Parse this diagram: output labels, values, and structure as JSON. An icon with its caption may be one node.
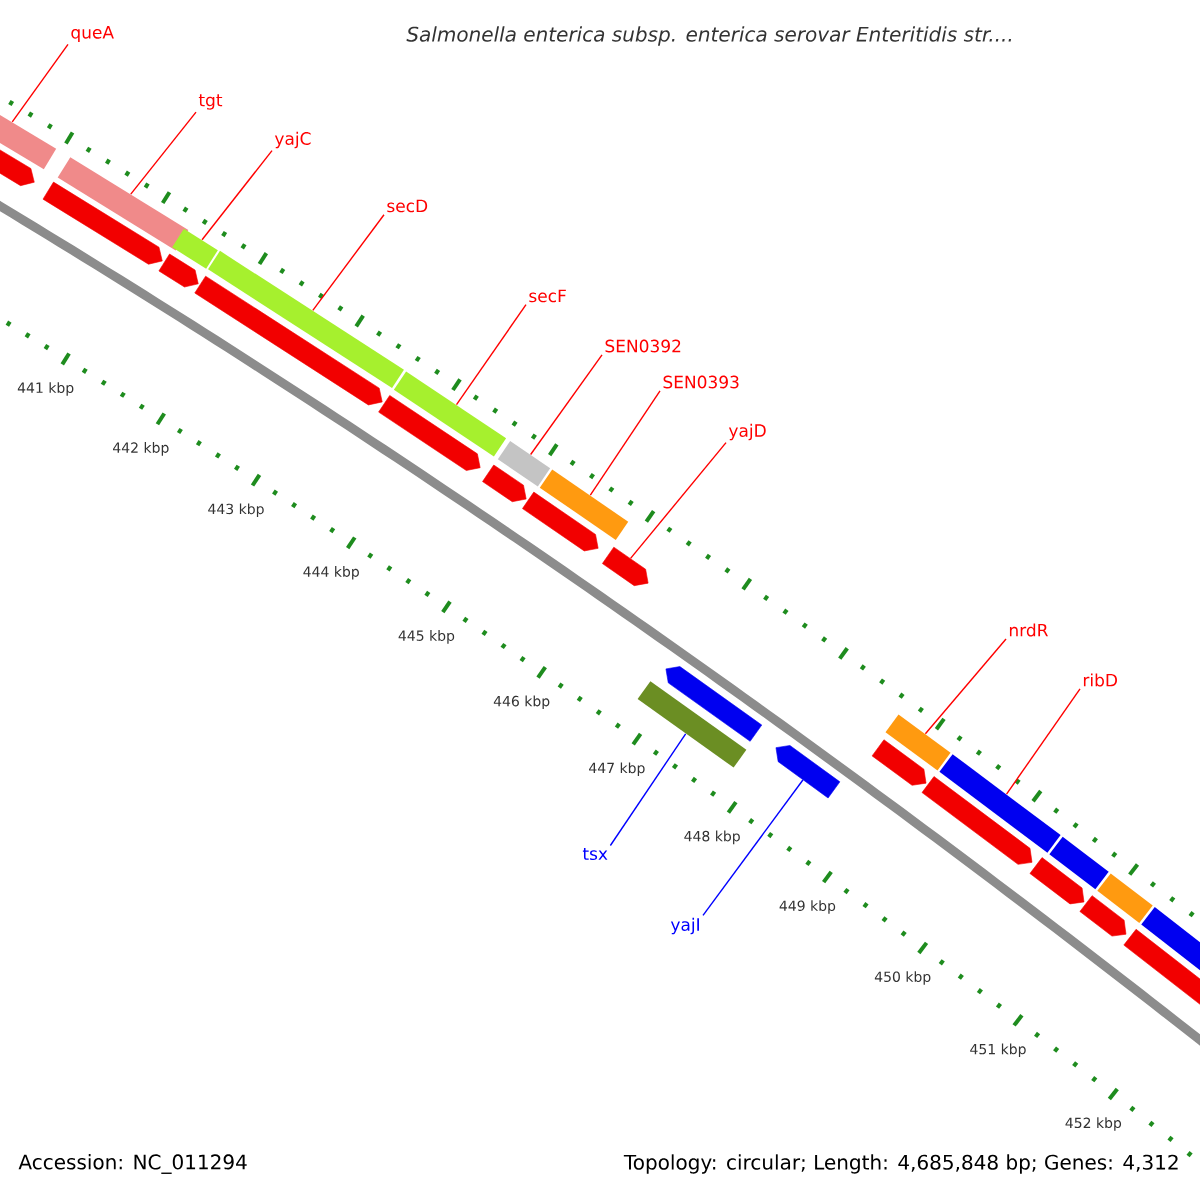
{
  "diagram": {
    "title": "Salmonella enterica subsp. enterica serovar Enteritidis str....",
    "nodes": [
      {
        "text": [
          "queA"
        ]
      },
      {
        "text": [
          "tgt"
        ]
      },
      {
        "text": [
          "yajC"
        ]
      },
      {
        "text": [
          "secD"
        ]
      },
      {
        "text": [
          "secF"
        ]
      },
      {
        "text": [
          "SEN0392"
        ]
      },
      {
        "text": [
          "SEN0393"
        ]
      },
      {
        "text": [
          "yajD"
        ]
      },
      {
        "text": [
          "nrdR"
        ]
      },
      {
        "text": [
          "ribD"
        ]
      },
      {
        "text": [
          "tsx"
        ]
      },
      {
        "text": [
          "yajI"
        ]
      },
      {
        "text": [],
        "shape": "bar"
      },
      {
        "text": [],
        "shape": "bar"
      },
      {
        "text": [],
        "shape": "bar"
      },
      {
        "text": [],
        "shape": "bar"
      },
      {
        "text": [],
        "shape": "bar"
      },
      {
        "text": [],
        "shape": "bar"
      },
      {
        "text": [],
        "shape": "bar"
      },
      {
        "text": [],
        "shape": "pentagon"
      },
      {
        "text": [],
        "shape": "bar"
      },
      {
        "text": [],
        "shape": "bar"
      },
      {
        "text": [],
        "shape": "bar"
      },
      {
        "text": [],
        "shape": "pentagon"
      },
      {
        "text": [],
        "shape": "pentagon"
      },
      {
        "text": [],
        "shape": "pentagon"
      },
      {
        "text": [],
        "shape": "pentagon"
      },
      {
        "text": [],
        "shape": "pentagon"
      },
      {
        "text": [],
        "shape": "pentagon"
      },
      {
        "text": [],
        "shape": "pentagon"
      },
      {
        "text": [],
        "shape": "pentagon"
      },
      {
        "text": [],
        "shape": "pentagon"
      },
      {
        "text": [],
        "shape": "pentagon"
      },
      {
        "text": [],
        "shape": "pentagon"
      },
      {
        "text": [],
        "shape": "pentagon"
      },
      {
        "text": [],
        "shape": "pentagon"
      },
      {
        "text": [],
        "shape": "bar"
      },
      {
        "text": [],
        "shape": "bar"
      },
      {
        "text": [],
        "shape": "bar"
      },
      {
        "text": [],
        "shape": "pentagon"
      }
    ],
    "edges": [
      {
        "from": 0,
        "to": 12,
        "arrow": "none"
      },
      {
        "from": 1,
        "to": 13,
        "arrow": "none"
      },
      {
        "from": 2,
        "to": 14,
        "arrow": "none"
      },
      {
        "from": 3,
        "to": 15,
        "arrow": "none"
      },
      {
        "from": 4,
        "to": 16,
        "arrow": "none"
      },
      {
        "from": 5,
        "to": 17,
        "arrow": "none"
      },
      {
        "from": 6,
        "to": 18,
        "arrow": "none"
      },
      {
        "from": 7,
        "to": 19,
        "arrow": "none"
      },
      {
        "from": 8,
        "to": 20,
        "arrow": "none"
      },
      {
        "from": 9,
        "to": 21,
        "arrow": "none"
      },
      {
        "from": 10,
        "to": 22,
        "arrow": "none",
        "color": "#0000ff"
      },
      {
        "from": 11,
        "to": 23,
        "arrow": "none",
        "color": "#0000ff"
      }
    ],
    "labels": [
      "441 kbp",
      "442 kbp",
      "443 kbp",
      "444 kbp",
      "445 kbp",
      "446 kbp",
      "447 kbp",
      "448 kbp",
      "449 kbp",
      "450 kbp",
      "451 kbp",
      "452 kbp",
      "Accession: NC_011294",
      "Topology: circular; Length: 4,685,848 bp; Genes: 4,312"
    ]
  }
}
